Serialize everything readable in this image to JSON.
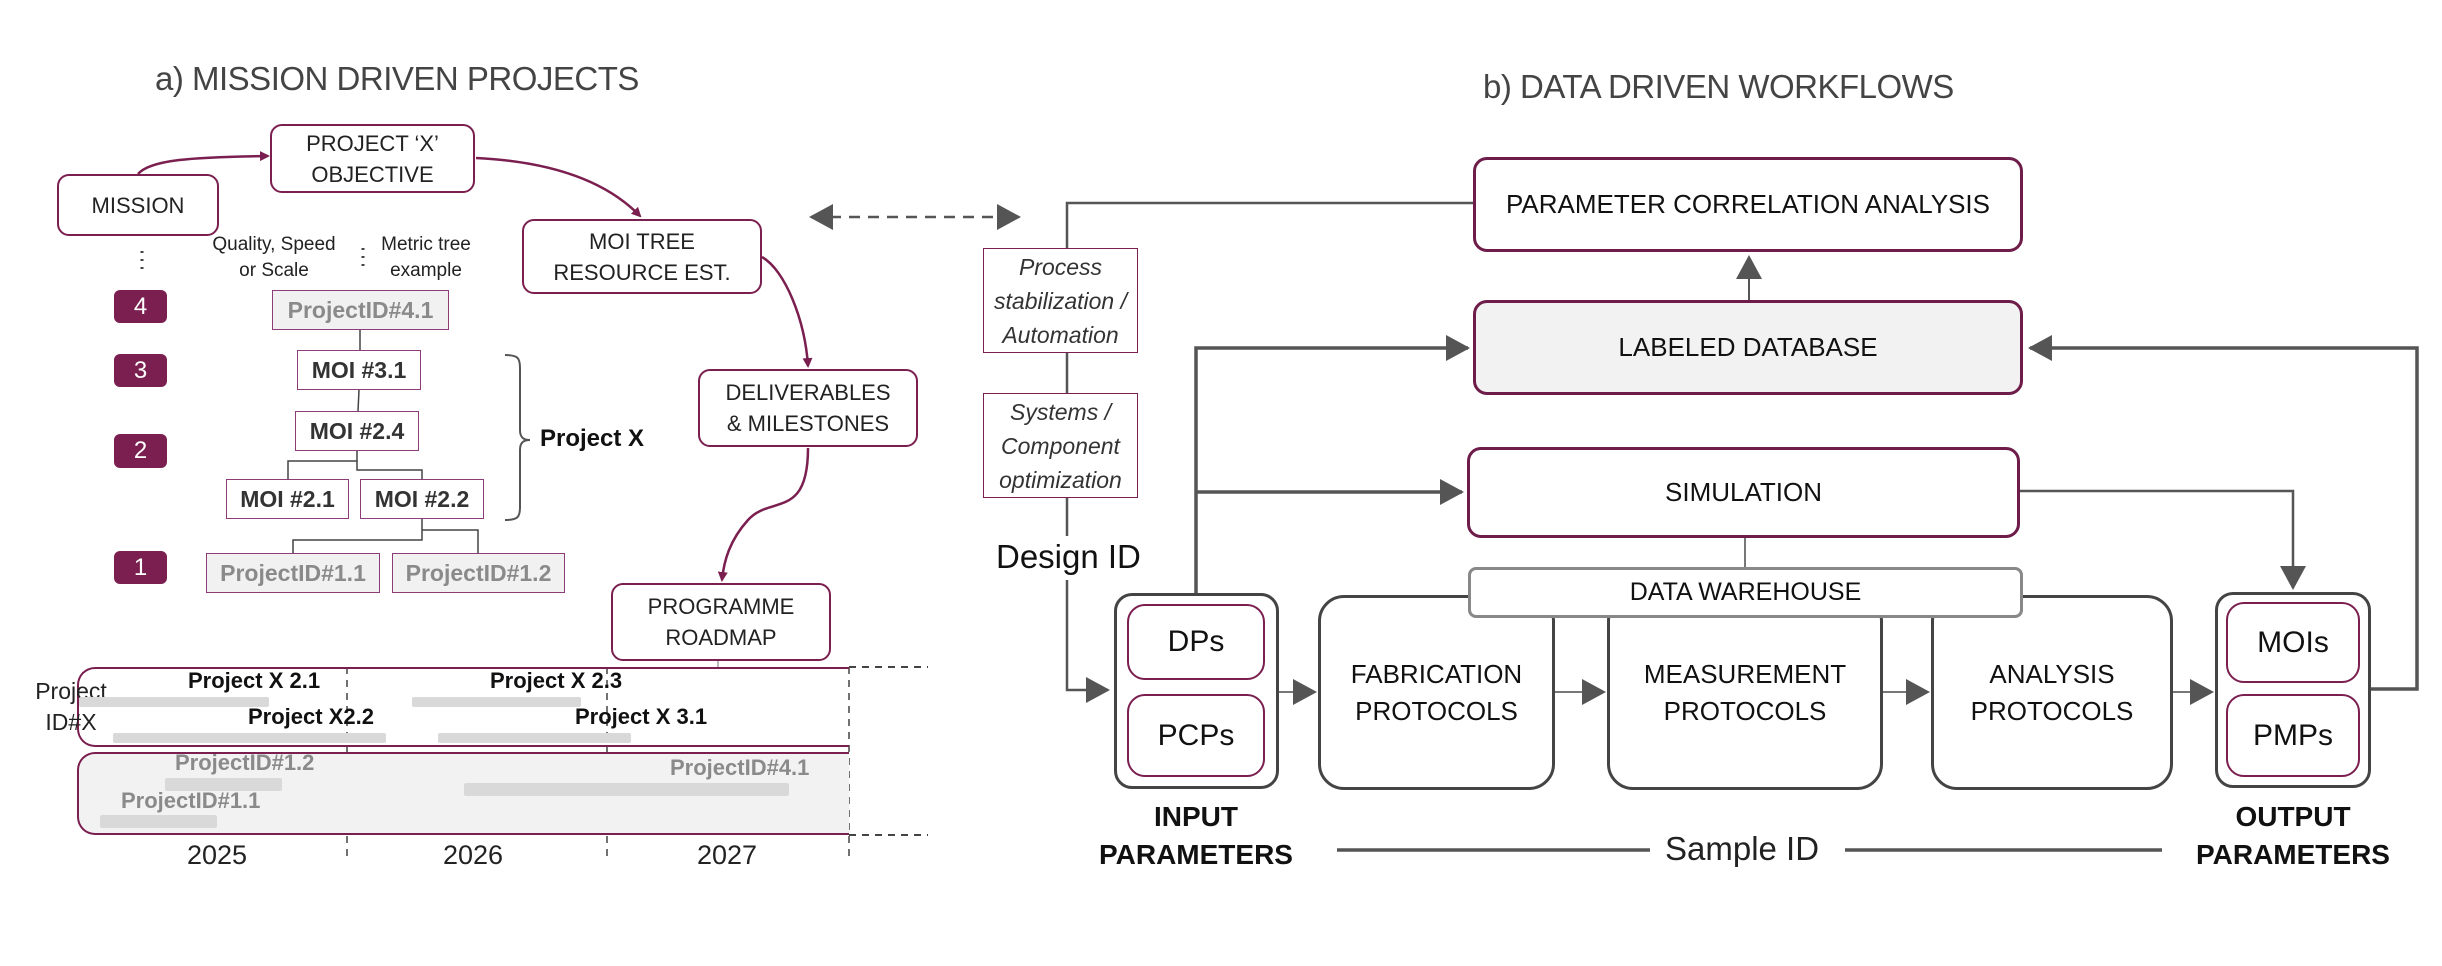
{
  "panel_a": {
    "heading": "a) MISSION DRIVEN PROJECTS",
    "flow": {
      "mission": "MISSION",
      "objective_line1": "PROJECT ‘X’",
      "objective_line2": "OBJECTIVE",
      "moi_tree_line1": "MOI TREE",
      "moi_tree_line2": "RESOURCE EST.",
      "deliverables_line1": "DELIVERABLES",
      "deliverables_line2": "& MILESTONES",
      "roadmap_line1": "PROGRAMME",
      "roadmap_line2": "ROADMAP"
    },
    "column_labels": {
      "quality_line1": "Quality, Speed",
      "quality_line2": "or Scale",
      "metric_line1": "Metric tree",
      "metric_line2": "example"
    },
    "levels": [
      "4",
      "3",
      "2",
      "1"
    ],
    "tree": {
      "project_4_1": "ProjectID#4.1",
      "moi_3_1": "MOI #3.1",
      "moi_2_4": "MOI #2.4",
      "moi_2_1": "MOI #2.1",
      "moi_2_2": "MOI #2.2",
      "project_1_1": "ProjectID#1.1",
      "project_1_2": "ProjectID#1.2"
    },
    "brace_label": "Project X",
    "timeline": {
      "row_label_line1": "Project",
      "row_label_line2": "ID#X",
      "years": [
        "2025",
        "2026",
        "2027"
      ],
      "project_x_items": [
        {
          "label": "Project X 2.1",
          "start": 2024.75,
          "end": 2025.7
        },
        {
          "label": "Project X2.2",
          "start": 2025.1,
          "end": 2026.15
        },
        {
          "label": "Project X 2.3",
          "start": 2026.25,
          "end": 2026.9
        },
        {
          "label": "Project X 3.1",
          "start": 2026.35,
          "end": 2027.1
        }
      ],
      "project_id_items": [
        {
          "label": "ProjectID#1.2",
          "start": 2025.3,
          "end": 2025.75
        },
        {
          "label": "ProjectID#1.1",
          "start": 2025.05,
          "end": 2025.5
        },
        {
          "label": "ProjectID#4.1",
          "start": 2026.45,
          "end": 2027.75
        }
      ]
    }
  },
  "panel_b": {
    "heading": "b) DATA DRIVEN WORKFLOWS",
    "side_notes": {
      "process_line1": "Process",
      "process_line2": "stabilization /",
      "process_line3": "Automation",
      "systems_line1": "Systems /",
      "systems_line2": "Component",
      "systems_line3": "optimization",
      "design_id": "Design ID"
    },
    "parameter_correlation": "PARAMETER CORRELATION ANALYSIS",
    "labeled_database": "LABELED DATABASE",
    "simulation": "SIMULATION",
    "data_warehouse": "DATA WAREHOUSE",
    "input": {
      "dps": "DPs",
      "pcps": "PCPs",
      "label_line1": "INPUT",
      "label_line2": "PARAMETERS"
    },
    "steps": [
      {
        "line1": "FABRICATION",
        "line2": "PROTOCOLS"
      },
      {
        "line1": "MEASUREMENT",
        "line2": "PROTOCOLS"
      },
      {
        "line1": "ANALYSIS",
        "line2": "PROTOCOLS"
      }
    ],
    "output": {
      "mois": "MOIs",
      "pmps": "PMPs",
      "label_line1": "OUTPUT",
      "label_line2": "PARAMETERS"
    },
    "sample_id": "Sample ID"
  },
  "colors": {
    "accent": "#7a1f4f",
    "connector": "#555555",
    "bar": "#d9d9d9",
    "fill": "#f2f2f2"
  }
}
